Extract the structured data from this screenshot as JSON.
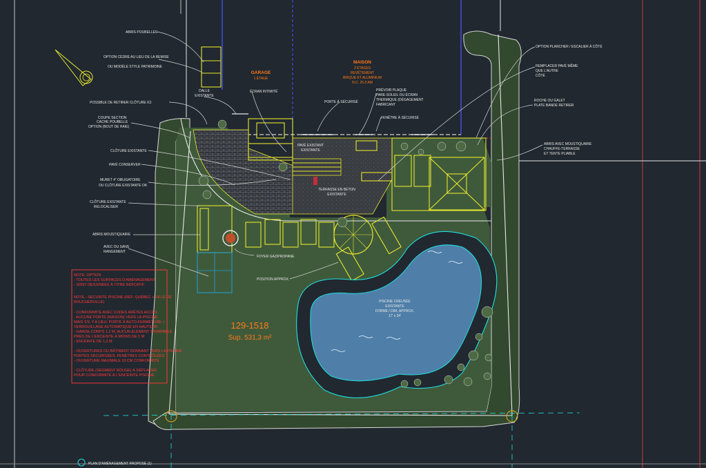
{
  "drawing": {
    "lot_number": "129-1518",
    "area": "Sup. 531,3 m²",
    "title_block": "PLAN D'AMÉNAGEMENT PROPOSÉ (1)"
  },
  "buildings": {
    "garage": {
      "title": "GARAGE",
      "sub": "1 ÉTAGE"
    },
    "house": {
      "title": "MAISON",
      "l1": "2 ÉTAGES",
      "l2": "REVÊTEMENT",
      "l3": "BRIQUE ET ALUMINIUM",
      "l4": "N.C. 25.0 AM"
    }
  },
  "notes": {
    "title": "NOTE: OPTION",
    "lines": [
      "- TOUTES LES SURFACES D'AMÉNAGEMENT",
      "- SONT DESSINÉES À TITRE INDICATIF",
      "NOTE - SÉCURITÉ PISCINE (RÉF. QUÉBEC + VILLE DE",
      "BOUCHERVILLE)",
      "- CONFORMITÉ AVEC CODES ARÊTES ACCÈS",
      "- AUCUNE PORTE (MAISON) VERS LA PISCINE",
      "MAIS S'IL Y A LIEU: PORTE À AUTO-FERMETURE +",
      "VERROUILLAGE AUTOMATIQUE EN HAUTEUR",
      "- GARDE-CORPS 1,2 M, AUCUN ÉLÉMENT GRIMPABLE",
      "PRÈS DE L'ENCEINTE À MOINS DE 1 M",
      "- ENCEINTE DE 1,2 M",
      "- OUVERTURES DU BÂTIMENT DONNANT VERS LA PISCINE",
      "PORTES SÉCURISÉES, FENÊTRES CONTRÔLÉES",
      "- OUVERTURE MAXIMALE 10 CM CONFORMITÉ",
      "- CLÔTURE (SEGMENT ROUGE) À DÉPLACER",
      "POUR CONFORMITÉ À L'ENCEINTE PISCINE"
    ]
  },
  "labels": {
    "abris_poubelles": "ABRIS POUBELLES",
    "option_cedre": "OPTION CÈDRE AU LIEU DE LA REMISE",
    "option_cedre2": "OU MODÈLE STYLE PATRIMOINE",
    "possible_retirer": "POSSIBLE DE RETIRER CLÔTURE ICI",
    "coupe_section": "COUPE SECTION",
    "cache_poubelle": "CACHE POUBELLE",
    "option_bout": "OPTION (BOUT DE HAIE)",
    "cloture_existante": "CLÔTURE EXISTANTE",
    "pave_conserver": "PAVÉ CONSERVER",
    "muret_obligatoire": "MURET 4\" OBLIGATOIRE",
    "muret_obligatoire2": "OU CLÔTURE EXISTANTE OK",
    "cloture_relocaliser": "CLÔTURE EXISTANTE",
    "cloture_relocaliser2": "RELOCALISER",
    "abris_moustiquaire": "ABRIS MOUSTIQUAIRE",
    "avec_ou_sans": "AVEC OU SANS",
    "avec_ou_sans2": "RANGEMENT",
    "foyer": "FOYER GAZ/PROPANE",
    "position_approx": "POSITION APPROX.",
    "dalle_existante": "DALLE",
    "dalle_existante2": "EXISTANTE",
    "ecran_intimite": "ÉCRAN INTIMITÉ",
    "porte_securise": "PORTE À SÉCURISÉ",
    "prevoir_plaque": "PRÉVOIR PLAQUE",
    "prevoir_plaque2": "PARE-SOLEIL OU ÉCRAN",
    "prevoir_plaque3": "THERMIQUE (DÉGAGEMENT",
    "prevoir_plaque4": "FABRICANT",
    "fenetre_securise": "FENÊTRE À SÉCURISÉ",
    "option_plancher": "OPTION PLANCHER / ESCALIER À CÔTÉ",
    "remplacer_pave": "REMPLACER PAVÉ MÊME",
    "remplacer_pave2": "QUE L'AUTRE",
    "remplacer_pave3": "CÔTÉ",
    "roche_galet": "ROCHE OU GALET",
    "roche_galet2": "PLATE BANDE RETIRER",
    "abris_moustiquaire2": "ABRIS AVEC MOUSTIQUAIRE",
    "abris_moustiquaire2b": "CHAUFFE-TERRASSE",
    "abris_moustiquaire2c": "ET TENTE PLIABLE",
    "pave_existant": "PAVÉ EXISTANT",
    "pave_existant2": "EXISTANTE",
    "terrasse": "TERRASSE EN BÉTON",
    "terrasse2": "EXISTANTE",
    "piscine": "PISCINE CREUSÉE",
    "piscine2": "EXISTANTE",
    "piscine3": "FORME / DIM. APPROX.",
    "piscine4": "17' x 34'"
  },
  "colors": {
    "background": "#212830",
    "lawn": "#3f5a3b",
    "hedge": "#33492f",
    "pool_water": "#4f7fa8",
    "pool_edge": "#1fe0e0",
    "yellow": "#e6e62e",
    "red_note": "#ff3b3b",
    "orange_text": "#ff7a1a",
    "blue_line": "#3b4fd6",
    "magenta_line": "#ff2bd0"
  }
}
